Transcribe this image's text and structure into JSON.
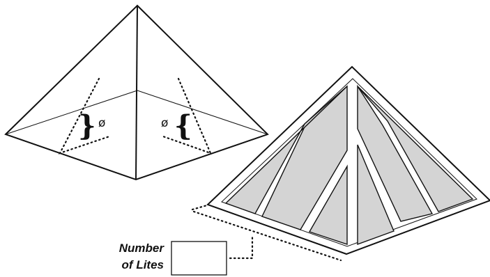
{
  "angle_symbol": "ø",
  "brace_left": "}",
  "brace_right": "{",
  "lites_label": {
    "line1": "Number",
    "line2": "of Lites"
  },
  "lites_input": {
    "value": ""
  }
}
